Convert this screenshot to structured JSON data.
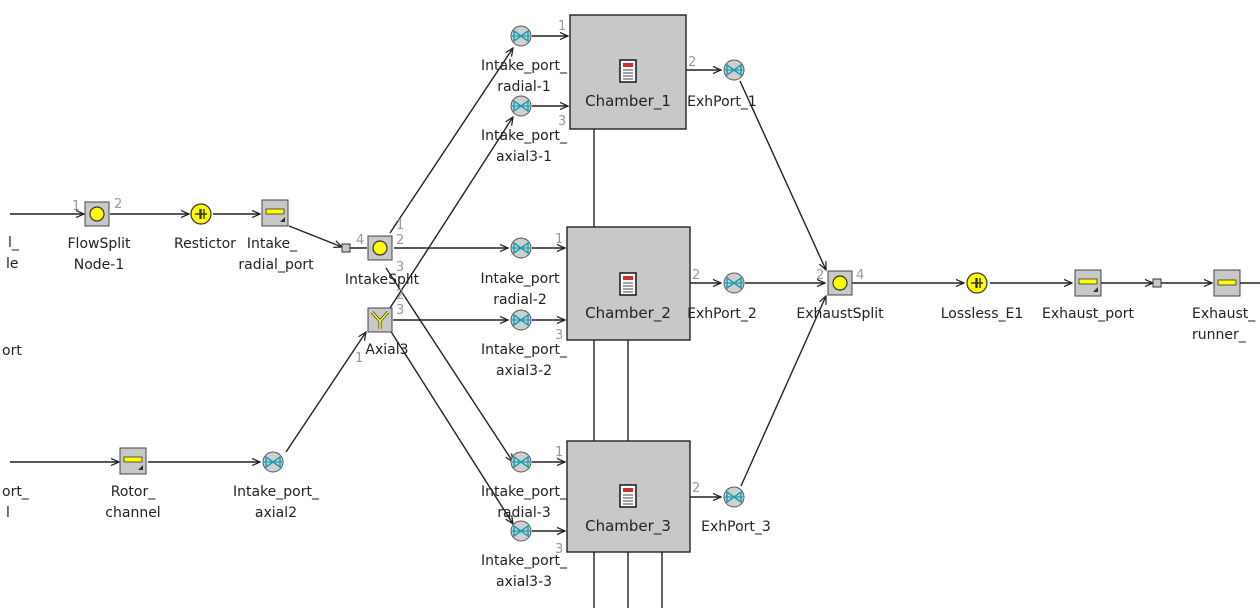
{
  "colors": {
    "component_fill": "#c8c8c8",
    "valve_fill": "#cfcfcf",
    "valve_symbol": "#1a9fb5",
    "yellow": "#ffff00",
    "chamber_fill": "#c8c8c8",
    "wire": "#222222",
    "port_number": "#9a9a9a"
  },
  "components": {
    "edge_label_top_a": "l_",
    "edge_label_top_b": "le",
    "edge_label_mid": "ort",
    "edge_label_bot_a": "ort_",
    "edge_label_bot_b": "l",
    "flowsplit_node1": {
      "line1": "FlowSplit",
      "line2": "Node-1",
      "port_in": "1",
      "port_out": "2"
    },
    "restictor": {
      "label": "Restictor"
    },
    "intake_radial_port": {
      "line1": "Intake_",
      "line2": "radial_port"
    },
    "intakesplit": {
      "label": "IntakeSplit",
      "p1": "1",
      "p2": "2",
      "p3": "3",
      "p4": "4"
    },
    "axial3": {
      "label": "Axial3",
      "p1": "1",
      "p2": "2",
      "p3": "3"
    },
    "rotor_channel": {
      "line1": "Rotor_",
      "line2": "channel"
    },
    "intake_port_axial2": {
      "line1": "Intake_port_",
      "line2": "axial2"
    },
    "radial1": {
      "line1": "Intake_port_",
      "line2": "radial-1"
    },
    "axial3_1": {
      "line1": "Intake_port_",
      "line2": "axial3-1"
    },
    "radial2": {
      "line1": "Intake_port",
      "line2": "radial-2"
    },
    "axial3_2": {
      "line1": "Intake_port_",
      "line2": "axial3-2"
    },
    "radial3": {
      "line1": "Intake_port_",
      "line2": "radial-3"
    },
    "axial3_3": {
      "line1": "Intake_port_",
      "line2": "axial3-3"
    },
    "chamber1": {
      "label": "Chamber_1",
      "p1": "1",
      "p2": "2",
      "p3": "3"
    },
    "chamber2": {
      "label": "Chamber_2",
      "p1": "1",
      "p2": "2",
      "p3": "3"
    },
    "chamber3": {
      "label": "Chamber_3",
      "p1": "1",
      "p2": "2",
      "p3": "3"
    },
    "exhport1": {
      "label": "ExhPort_1"
    },
    "exhport2": {
      "label": "ExhPort_2"
    },
    "exhport3": {
      "label": "ExhPort_3"
    },
    "exhaustsplit": {
      "label": "ExhaustSplit",
      "p2": "2",
      "p4": "4"
    },
    "lossless_e1": {
      "label": "Lossless_E1"
    },
    "exhaust_port": {
      "label": "Exhaust_port"
    },
    "exhaust_runner": {
      "line1": "Exhaust_",
      "line2": "runner_"
    }
  }
}
